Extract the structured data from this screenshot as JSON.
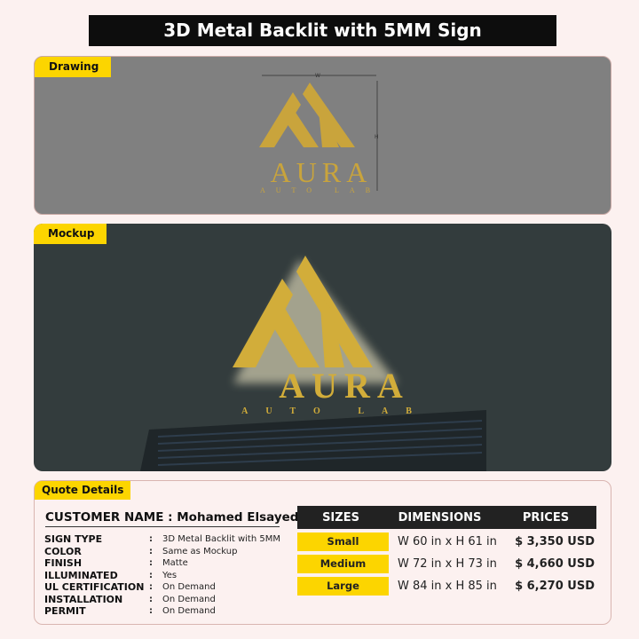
{
  "title": "3D Metal Backlit with 5MM Sign",
  "drawing": {
    "label": "Drawing",
    "width_mark": "W",
    "height_mark": "H"
  },
  "mockup": {
    "label": "Mockup"
  },
  "logo": {
    "name": "AURA",
    "tagline": "AUTO LAB",
    "color": "#c9a43c"
  },
  "quote": {
    "label": "Quote Details",
    "customer_label": "CUSTOMER NAME",
    "customer_name": "Mohamed Elsayed",
    "details": [
      {
        "key": "SIGN TYPE",
        "value": "3D Metal Backlit with 5MM"
      },
      {
        "key": "COLOR",
        "value": "Same as Mockup"
      },
      {
        "key": "FINISH",
        "value": "Matte"
      },
      {
        "key": "ILLUMINATED",
        "value": "Yes"
      },
      {
        "key": "UL CERTIFICATION",
        "value": "On Demand"
      },
      {
        "key": "INSTALLATION",
        "value": "On Demand"
      },
      {
        "key": "PERMIT",
        "value": "On Demand"
      }
    ],
    "table": {
      "headers": [
        "SIZES",
        "DIMENSIONS",
        "PRICES"
      ],
      "rows": [
        {
          "size": "Small",
          "dimensions": "W 60 in x H 61 in",
          "price": "$ 3,350 USD"
        },
        {
          "size": "Medium",
          "dimensions": "W 72 in x H 73 in",
          "price": "$ 4,660 USD"
        },
        {
          "size": "Large",
          "dimensions": "W 84 in x H 85 in",
          "price": "$ 6,270 USD"
        }
      ]
    }
  }
}
